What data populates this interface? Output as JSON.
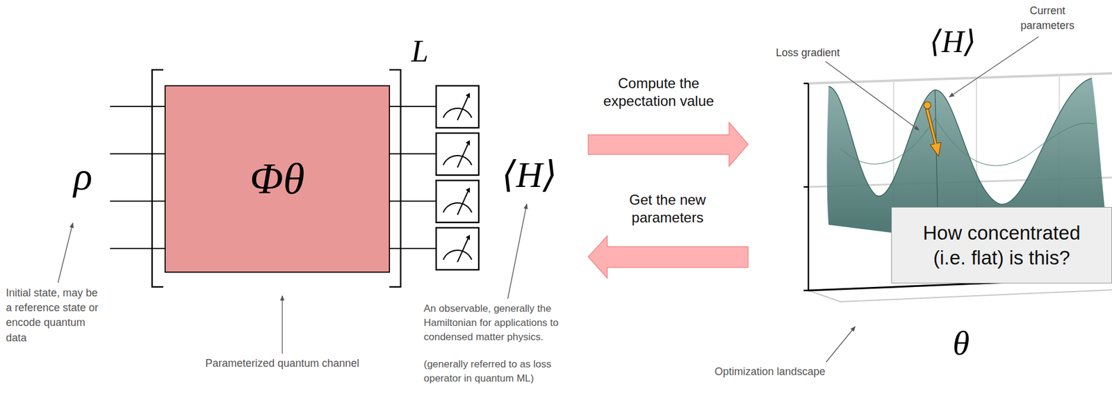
{
  "diagram": {
    "nodes": [
      {
        "text": [
          "Φθ"
        ]
      },
      {
        "text": [
          "How concentrated (i.e. flat) is this?"
        ]
      }
    ],
    "labels": [
      "ρ",
      "L",
      "⟨H⟩",
      "Compute the expectation value",
      "Get the new parameters",
      "⟨H⟩",
      "Current parameters",
      "Loss gradient",
      "θ",
      "Initial state, may be a reference state or encode quantum data",
      "Parameterized quantum channel",
      "An observable, generally the Hamiltonian for applications to condensed matter physics.",
      "(generally referred to as loss operator in quantum ML)",
      "Optimization landscape"
    ]
  }
}
